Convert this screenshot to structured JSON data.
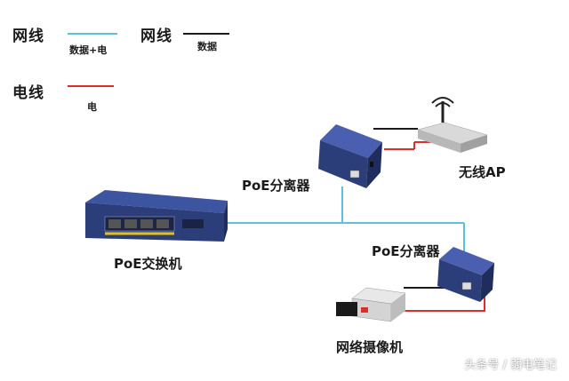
{
  "legend": {
    "net_data_power_title": "网线",
    "net_data_power_desc": "数据+电",
    "net_data_title": "网线",
    "net_data_desc": "数据",
    "power_title": "电线",
    "power_desc": "电"
  },
  "devices": {
    "switch_label": "PoE交换机",
    "splitter_top_label": "PoE分离器",
    "splitter_bottom_label": "PoE分离器",
    "ap_label": "无线AP",
    "camera_label": "网络摄像机"
  },
  "watermark": "头条号 / 弱电笔记",
  "colors": {
    "poe_cable": "#5bc0de",
    "data_cable": "#1a1a1a",
    "power_cable": "#d9302c",
    "device_blue": "#2c3e7a"
  }
}
